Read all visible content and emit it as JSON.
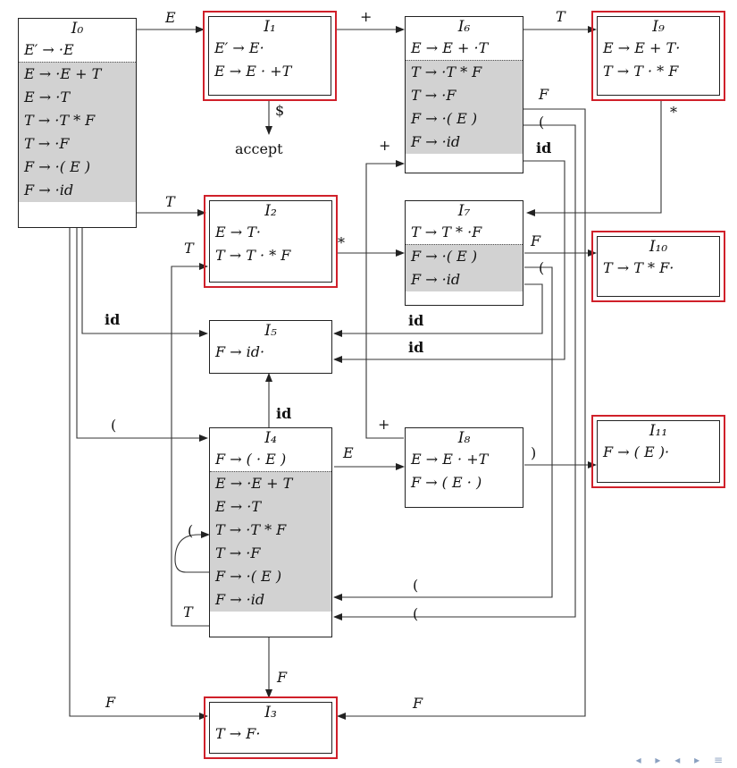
{
  "states": {
    "I0": {
      "title": "I₀",
      "kernel": [
        "E′ → ·E"
      ],
      "closure": [
        "E → ·E + T",
        "E → ·T",
        "T → ·T * F",
        "T → ·F",
        "F → ·( E )",
        "F → ·id"
      ]
    },
    "I1": {
      "title": "I₁",
      "kernel": [
        "E′ → E·",
        "E → E · +T"
      ],
      "closure": []
    },
    "I2": {
      "title": "I₂",
      "kernel": [
        "E → T·",
        "T → T · * F"
      ],
      "closure": []
    },
    "I3": {
      "title": "I₃",
      "kernel": [
        "T → F·"
      ],
      "closure": []
    },
    "I4": {
      "title": "I₄",
      "kernel": [
        "F → ( · E )"
      ],
      "closure": [
        "E → ·E + T",
        "E → ·T",
        "T → ·T * F",
        "T → ·F",
        "F → ·( E )",
        "F → ·id"
      ]
    },
    "I5": {
      "title": "I₅",
      "kernel": [
        "F → id·"
      ],
      "closure": []
    },
    "I6": {
      "title": "I₆",
      "kernel": [
        "E → E + ·T"
      ],
      "closure": [
        "T → ·T * F",
        "T → ·F",
        "F → ·( E )",
        "F → ·id"
      ]
    },
    "I7": {
      "title": "I₇",
      "kernel": [
        "T → T * ·F"
      ],
      "closure": [
        "F → ·( E )",
        "F → ·id"
      ]
    },
    "I8": {
      "title": "I₈",
      "kernel": [
        "E → E · +T",
        "F → ( E · )"
      ],
      "closure": []
    },
    "I9": {
      "title": "I₉",
      "kernel": [
        "E → E + T·",
        "T → T · * F"
      ],
      "closure": []
    },
    "I10": {
      "title": "I₁₀",
      "kernel": [
        "T → T * F·"
      ],
      "closure": []
    },
    "I11": {
      "title": "I₁₁",
      "kernel": [
        "F → ( E )·"
      ],
      "closure": []
    }
  },
  "accept": {
    "symbol": "$",
    "label": "accept"
  },
  "edge_labels": {
    "i0_i1": "E",
    "i1_i6": "+",
    "i6_i9": "T",
    "i0_i2": "T",
    "i2_i7": "*",
    "i7_i10": "F",
    "i0_i5": "id",
    "i0_i4": "(",
    "i0_i3": "F",
    "i4_i5": "id",
    "i4_i8": "E",
    "i8_i11": ")",
    "i8_i6": "+",
    "i4_i3": "F",
    "i9_i7": "*",
    "i6_f": "F",
    "i6_lp": "(",
    "i6_id": "id",
    "i6_plus": "+",
    "i7_lp": "(",
    "i7_id": "id",
    "i7_id2": "id",
    "i4_i2": "T",
    "i2_t": "T",
    "i4_self": "(",
    "i4_lp1": "(",
    "i4_lp2": "(",
    "f_to_i3": "F"
  }
}
